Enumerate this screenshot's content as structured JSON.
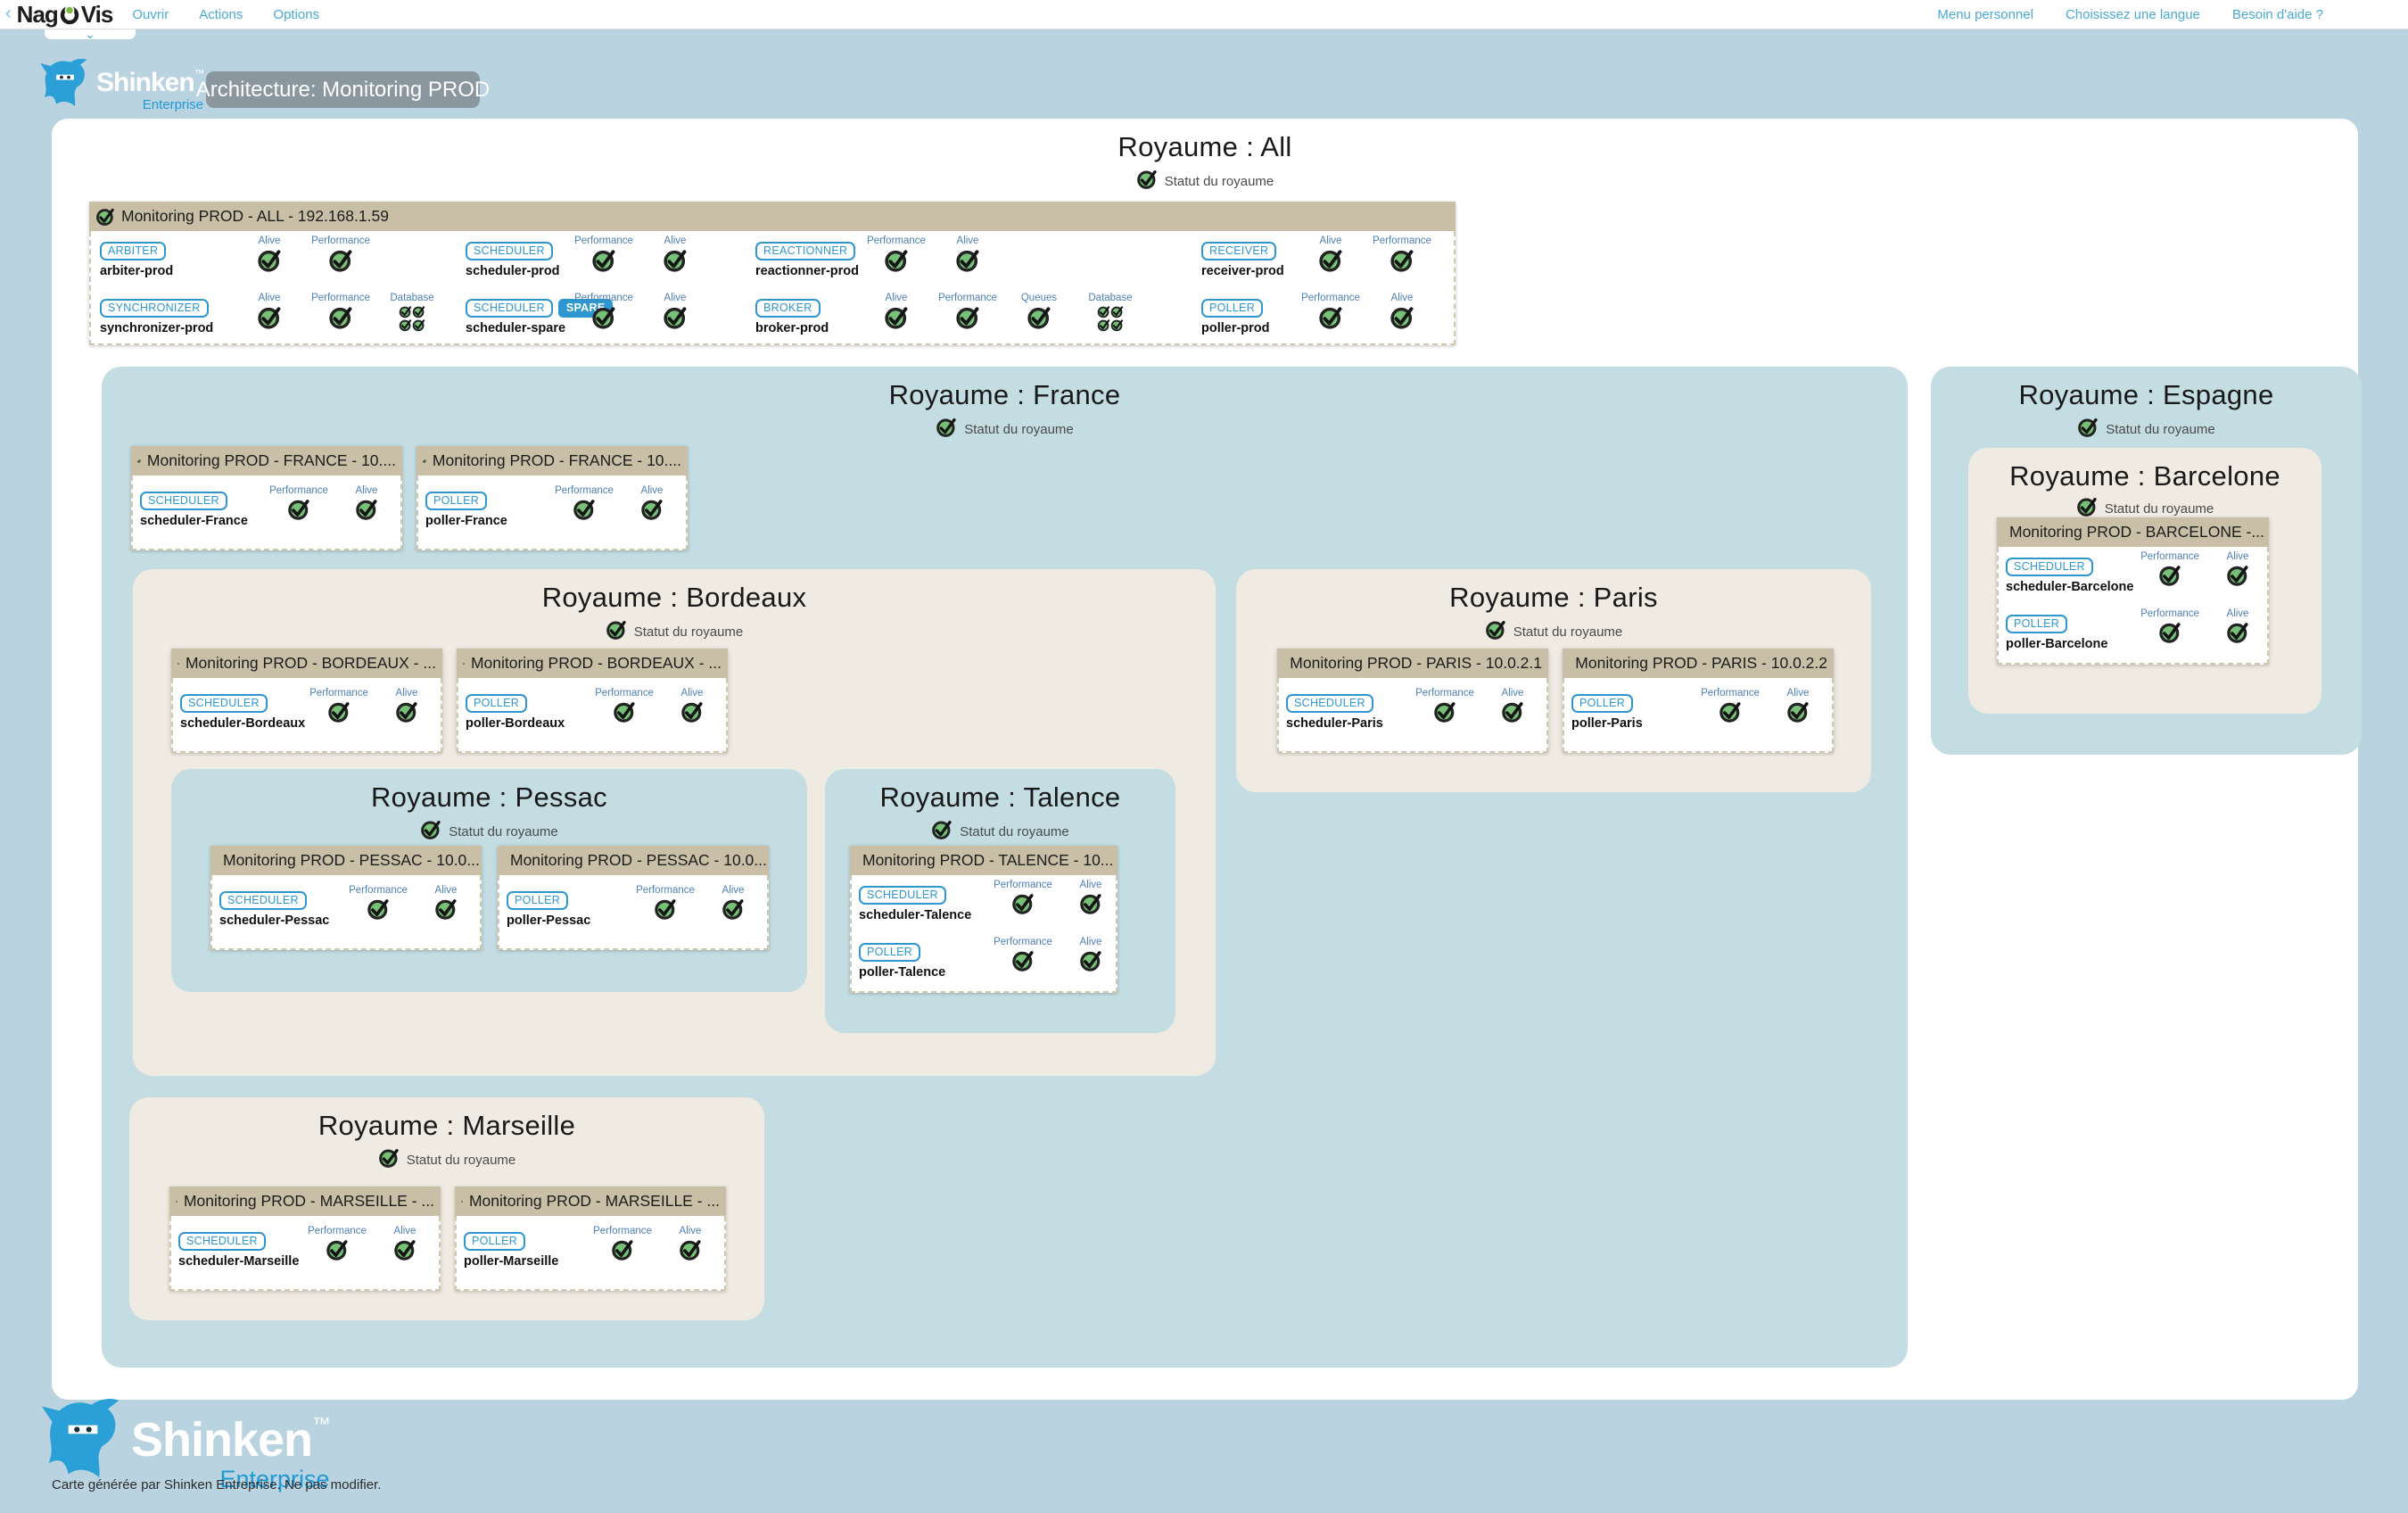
{
  "menubar": {
    "collapse_icon": "‹",
    "logo": {
      "part1": "Nag",
      "part2": "Vis"
    },
    "left_items": [
      {
        "label": "Ouvrir"
      },
      {
        "label": "Actions"
      },
      {
        "label": "Options"
      }
    ],
    "right_items": [
      {
        "label": "Menu personnel"
      },
      {
        "label": "Choisissez une langue"
      },
      {
        "label": "Besoin d'aide ?"
      }
    ]
  },
  "header": {
    "map_title": "Architecture: Monitoring PROD",
    "brand_name": "Shinken",
    "brand_tm": "™",
    "brand_sub": "Enterprise"
  },
  "footer": {
    "brand_name": "Shinken",
    "brand_tm": "™",
    "brand_sub": "Enterprise",
    "caption": "Carte générée par Shinken Entreprise. Ne pas modifier."
  },
  "labels": {
    "statut": "Statut du royaume"
  },
  "colors": {
    "page_bg": "#b9d3e0",
    "panel_blue": "#c3dde2",
    "panel_beige": "#efeae2",
    "box_header_tan": "#c8bfa6",
    "badge_blue": "#2e96d0",
    "status_label_blue": "#4d7fb5",
    "check_green": "#77c177",
    "menu_link_blue": "#4aa9d5",
    "brand_blue": "#1f9ad6"
  },
  "royaumes": {
    "all": {
      "title": "Royaume : All"
    },
    "france": {
      "title": "Royaume : France"
    },
    "espagne": {
      "title": "Royaume : Espagne"
    },
    "bordeaux": {
      "title": "Royaume : Bordeaux"
    },
    "paris": {
      "title": "Royaume : Paris"
    },
    "pessac": {
      "title": "Royaume : Pessac"
    },
    "talence": {
      "title": "Royaume : Talence"
    },
    "marseille": {
      "title": "Royaume : Marseille"
    },
    "barcelone": {
      "title": "Royaume : Barcelone"
    }
  },
  "boxes": {
    "all": {
      "title": "Monitoring PROD - ALL - 192.168.1.59",
      "rows": [
        [
          {
            "badge": "ARBITER",
            "name": "arbiter-prod",
            "statuses": [
              {
                "label": "Alive"
              },
              {
                "label": "Performance"
              }
            ]
          },
          {
            "badge": "SCHEDULER",
            "name": "scheduler-prod",
            "statuses": [
              {
                "label": "Performance"
              },
              {
                "label": "Alive"
              }
            ]
          },
          {
            "badge": "REACTIONNER",
            "name": "reactionner-prod",
            "statuses": [
              {
                "label": "Performance"
              },
              {
                "label": "Alive"
              }
            ]
          },
          {
            "badge": "RECEIVER",
            "name": "receiver-prod",
            "statuses": [
              {
                "label": "Alive"
              },
              {
                "label": "Performance"
              }
            ]
          }
        ],
        [
          {
            "badge": "SYNCHRONIZER",
            "name": "synchronizer-prod",
            "statuses": [
              {
                "label": "Alive"
              },
              {
                "label": "Performance"
              },
              {
                "label": "Database",
                "multi": true
              }
            ]
          },
          {
            "badge": "SCHEDULER",
            "spare": "SPARE",
            "name": "scheduler-spare",
            "statuses": [
              {
                "label": "Performance"
              },
              {
                "label": "Alive"
              }
            ]
          },
          {
            "badge": "BROKER",
            "name": "broker-prod",
            "statuses": [
              {
                "label": "Alive"
              },
              {
                "label": "Performance"
              },
              {
                "label": "Queues"
              },
              {
                "label": "Database",
                "multi": true
              }
            ]
          },
          {
            "badge": "POLLER",
            "name": "poller-prod",
            "statuses": [
              {
                "label": "Performance"
              },
              {
                "label": "Alive"
              }
            ]
          }
        ]
      ]
    },
    "france1": {
      "title": "Monitoring PROD - FRANCE - 10....",
      "rows": [
        [
          {
            "badge": "SCHEDULER",
            "name": "scheduler-France",
            "statuses": [
              {
                "label": "Performance"
              },
              {
                "label": "Alive"
              }
            ]
          }
        ]
      ]
    },
    "france2": {
      "title": "Monitoring PROD - FRANCE - 10....",
      "rows": [
        [
          {
            "badge": "POLLER",
            "name": "poller-France",
            "statuses": [
              {
                "label": "Performance"
              },
              {
                "label": "Alive"
              }
            ]
          }
        ]
      ]
    },
    "bordeaux1": {
      "title": "Monitoring PROD - BORDEAUX - ...",
      "rows": [
        [
          {
            "badge": "SCHEDULER",
            "name": "scheduler-Bordeaux",
            "statuses": [
              {
                "label": "Performance"
              },
              {
                "label": "Alive"
              }
            ]
          }
        ]
      ]
    },
    "bordeaux2": {
      "title": "Monitoring PROD - BORDEAUX - ...",
      "rows": [
        [
          {
            "badge": "POLLER",
            "name": "poller-Bordeaux",
            "statuses": [
              {
                "label": "Performance"
              },
              {
                "label": "Alive"
              }
            ]
          }
        ]
      ]
    },
    "paris1": {
      "title": "Monitoring PROD - PARIS - 10.0.2.1",
      "rows": [
        [
          {
            "badge": "SCHEDULER",
            "name": "scheduler-Paris",
            "statuses": [
              {
                "label": "Performance"
              },
              {
                "label": "Alive"
              }
            ]
          }
        ]
      ]
    },
    "paris2": {
      "title": "Monitoring PROD - PARIS - 10.0.2.2",
      "rows": [
        [
          {
            "badge": "POLLER",
            "name": "poller-Paris",
            "statuses": [
              {
                "label": "Performance"
              },
              {
                "label": "Alive"
              }
            ]
          }
        ]
      ]
    },
    "pessac1": {
      "title": "Monitoring PROD - PESSAC - 10.0...",
      "rows": [
        [
          {
            "badge": "SCHEDULER",
            "name": "scheduler-Pessac",
            "statuses": [
              {
                "label": "Performance"
              },
              {
                "label": "Alive"
              }
            ]
          }
        ]
      ]
    },
    "pessac2": {
      "title": "Monitoring PROD - PESSAC - 10.0...",
      "rows": [
        [
          {
            "badge": "POLLER",
            "name": "poller-Pessac",
            "statuses": [
              {
                "label": "Performance"
              },
              {
                "label": "Alive"
              }
            ]
          }
        ]
      ]
    },
    "talence": {
      "title": "Monitoring PROD - TALENCE - 10...",
      "rows": [
        [
          {
            "badge": "SCHEDULER",
            "name": "scheduler-Talence",
            "statuses": [
              {
                "label": "Performance"
              },
              {
                "label": "Alive"
              }
            ]
          }
        ],
        [
          {
            "badge": "POLLER",
            "name": "poller-Talence",
            "statuses": [
              {
                "label": "Performance"
              },
              {
                "label": "Alive"
              }
            ]
          }
        ]
      ]
    },
    "marseille1": {
      "title": "Monitoring PROD - MARSEILLE - ...",
      "rows": [
        [
          {
            "badge": "SCHEDULER",
            "name": "scheduler-Marseille",
            "statuses": [
              {
                "label": "Performance"
              },
              {
                "label": "Alive"
              }
            ]
          }
        ]
      ]
    },
    "marseille2": {
      "title": "Monitoring PROD - MARSEILLE - ...",
      "rows": [
        [
          {
            "badge": "POLLER",
            "name": "poller-Marseille",
            "statuses": [
              {
                "label": "Performance"
              },
              {
                "label": "Alive"
              }
            ]
          }
        ]
      ]
    },
    "barcelone": {
      "title": "Monitoring PROD - BARCELONE -...",
      "rows": [
        [
          {
            "badge": "SCHEDULER",
            "name": "scheduler-Barcelone",
            "statuses": [
              {
                "label": "Performance"
              },
              {
                "label": "Alive"
              }
            ]
          }
        ],
        [
          {
            "badge": "POLLER",
            "name": "poller-Barcelone",
            "statuses": [
              {
                "label": "Performance"
              },
              {
                "label": "Alive"
              }
            ]
          }
        ]
      ]
    }
  }
}
